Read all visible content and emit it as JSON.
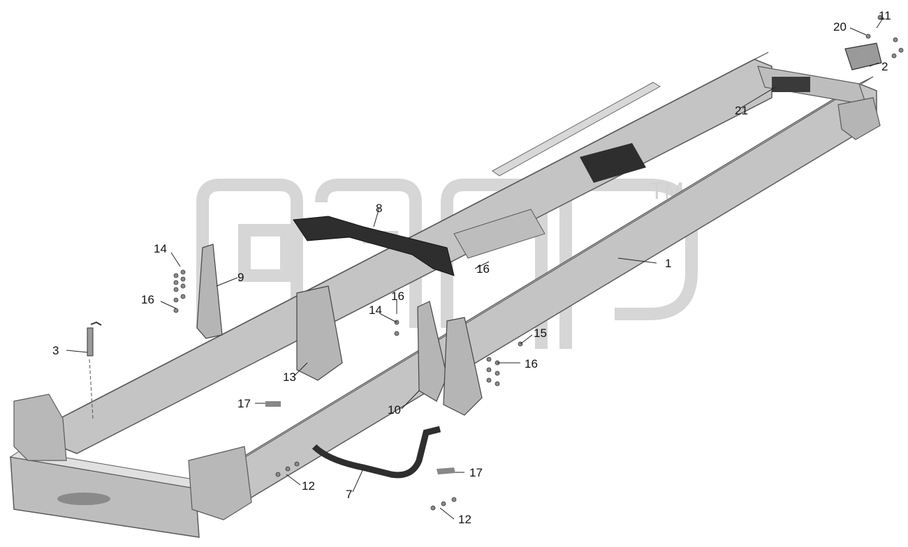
{
  "watermark": {
    "trademark": "TM"
  },
  "callouts": [
    {
      "id": "c1",
      "text": "1"
    },
    {
      "id": "c2",
      "text": "2"
    },
    {
      "id": "c3",
      "text": "3"
    },
    {
      "id": "c7",
      "text": "7"
    },
    {
      "id": "c8",
      "text": "8"
    },
    {
      "id": "c9",
      "text": "9"
    },
    {
      "id": "c10",
      "text": "10"
    },
    {
      "id": "c11",
      "text": "11"
    },
    {
      "id": "c12a",
      "text": "12"
    },
    {
      "id": "c12b",
      "text": "12"
    },
    {
      "id": "c13",
      "text": "13"
    },
    {
      "id": "c14a",
      "text": "14"
    },
    {
      "id": "c14b",
      "text": "14"
    },
    {
      "id": "c15",
      "text": "15"
    },
    {
      "id": "c16a",
      "text": "16"
    },
    {
      "id": "c16b",
      "text": "16"
    },
    {
      "id": "c16c",
      "text": "16"
    },
    {
      "id": "c16d",
      "text": "16"
    },
    {
      "id": "c17a",
      "text": "17"
    },
    {
      "id": "c17b",
      "text": "17"
    },
    {
      "id": "c20",
      "text": "20"
    },
    {
      "id": "c21",
      "text": "21"
    }
  ],
  "colors": {
    "frame_fill": "#c4c4c4",
    "frame_top": "#e2e2e2",
    "frame_dark": "#5a5a5a",
    "part_dark": "#2e2e2e",
    "watermark": "#d6d6d6",
    "label": "#111111"
  }
}
